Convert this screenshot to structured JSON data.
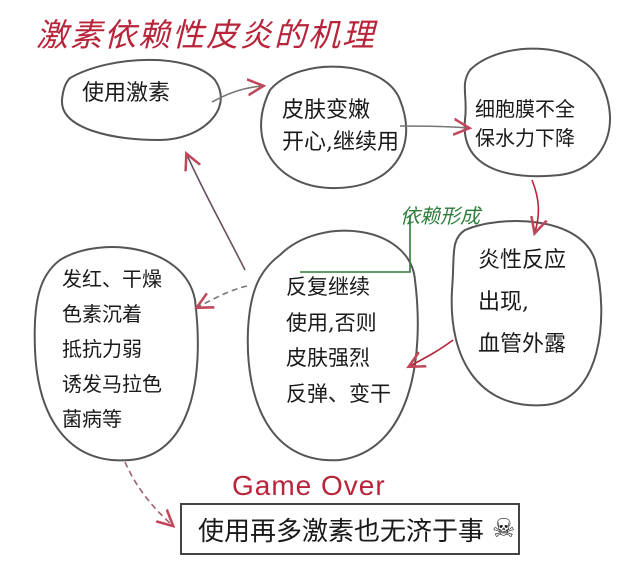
{
  "title": "激素依赖性皮炎的机理",
  "nodes": [
    {
      "id": "use-hormone",
      "lines": [
        "使用激素"
      ]
    },
    {
      "id": "skin-tender",
      "lines": [
        "皮肤变嫩",
        "开心,继续用"
      ]
    },
    {
      "id": "cell-membrane",
      "lines": [
        "细胞膜不全",
        "保水力下降"
      ]
    },
    {
      "id": "inflammation",
      "lines": [
        "炎性反应",
        "出现,",
        "血管外露"
      ]
    },
    {
      "id": "repeated-use",
      "lines": [
        "反复继续",
        "使用,否则",
        "皮肤强烈",
        "反弹、变干"
      ]
    },
    {
      "id": "symptoms",
      "lines": [
        "发红、干燥",
        "色素沉着",
        "抵抗力弱",
        "诱发马拉色",
        "菌病等"
      ]
    }
  ],
  "dependency_label": "依赖形成",
  "game_over": {
    "heading": "Game Over",
    "text": "使用再多激素也无济于事",
    "icon": "skull-icon"
  },
  "colors": {
    "title": "#b8243a",
    "arrow": "#b8243a",
    "outline": "#555555",
    "dependency": "#2e7d3a"
  }
}
